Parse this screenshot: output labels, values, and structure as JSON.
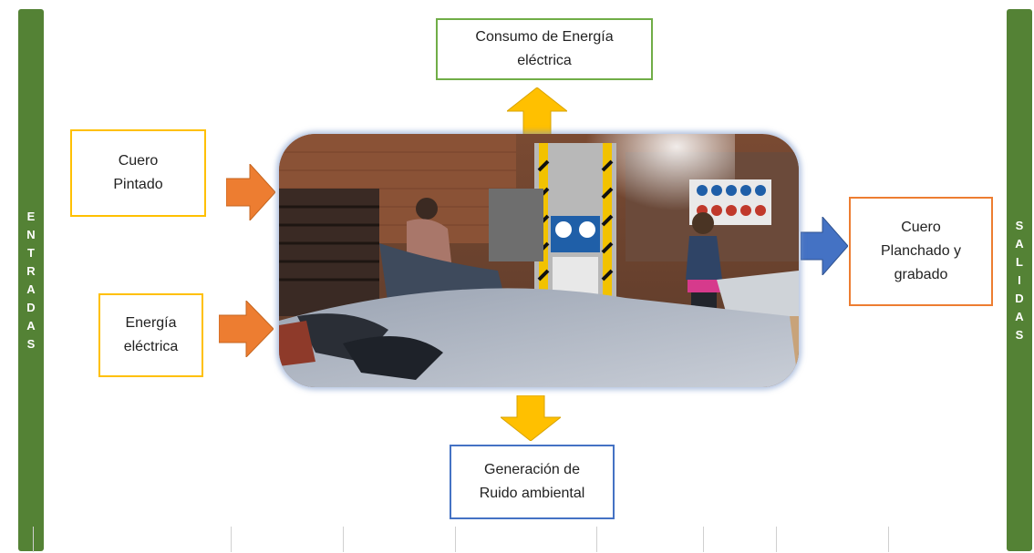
{
  "inputs_label": [
    "E",
    "N",
    "T",
    "R",
    "A",
    "D",
    "A",
    "S"
  ],
  "outputs_label": [
    "S",
    "A",
    "L",
    "I",
    "D",
    "A",
    "S"
  ],
  "inputs": [
    {
      "text": "Cuero\nPintado"
    },
    {
      "text": "Energía\neléctrica"
    }
  ],
  "output": {
    "text": "Cuero\nPlanchado y\ngrabado"
  },
  "top_box": {
    "text": "Consumo de Energía\neléctrica"
  },
  "bottom_box": {
    "text": "Generación de\nRuido ambiental"
  },
  "colors": {
    "side_bar": "#548235",
    "input_arrow": "#ed7d31",
    "output_arrow": "#4472c4",
    "vertical_arrow": "#ffc000"
  }
}
